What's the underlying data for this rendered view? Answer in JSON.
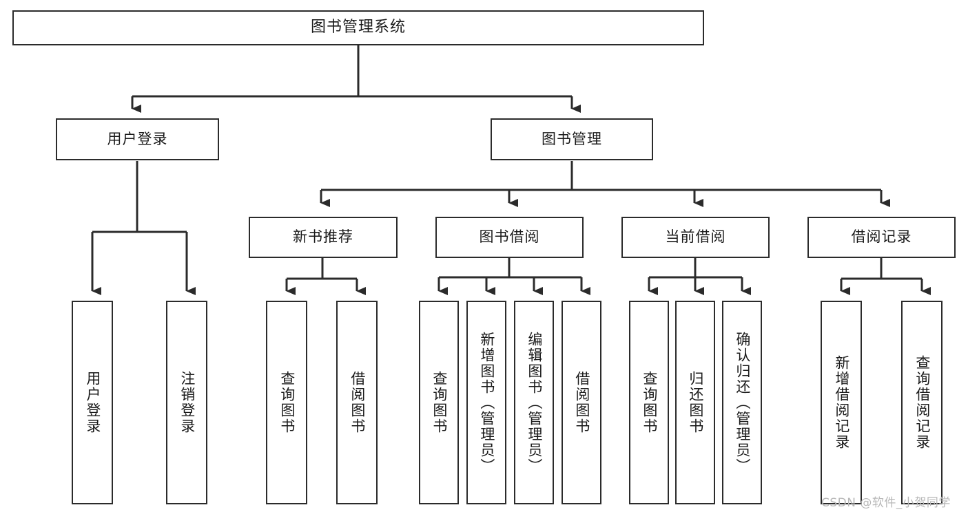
{
  "diagram": {
    "type": "tree",
    "title": "图书管理系统",
    "root": {
      "id": "root",
      "label": "图书管理系统"
    },
    "level2": [
      {
        "id": "user-login",
        "label": "用户登录"
      },
      {
        "id": "book-manage",
        "label": "图书管理"
      }
    ],
    "level3": [
      {
        "id": "new-book-recommend",
        "label": "新书推荐",
        "parent": "book-manage"
      },
      {
        "id": "book-borrow",
        "label": "图书借阅",
        "parent": "book-manage"
      },
      {
        "id": "current-borrow",
        "label": "当前借阅",
        "parent": "book-manage"
      },
      {
        "id": "borrow-record",
        "label": "借阅记录",
        "parent": "book-manage"
      }
    ],
    "leaves": [
      {
        "id": "leaf-user-login",
        "label": "用户登录",
        "parent": "user-login"
      },
      {
        "id": "leaf-logout",
        "label": "注销登录",
        "parent": "user-login"
      },
      {
        "id": "leaf-query-book-1",
        "label": "查询图书",
        "parent": "new-book-recommend"
      },
      {
        "id": "leaf-borrow-book-1",
        "label": "借阅图书",
        "parent": "new-book-recommend"
      },
      {
        "id": "leaf-query-book-2",
        "label": "查询图书",
        "parent": "book-borrow"
      },
      {
        "id": "leaf-add-book",
        "label": "新增图书（管理员）",
        "parent": "book-borrow"
      },
      {
        "id": "leaf-edit-book",
        "label": "编辑图书（管理员）",
        "parent": "book-borrow"
      },
      {
        "id": "leaf-borrow-book-2",
        "label": "借阅图书",
        "parent": "book-borrow"
      },
      {
        "id": "leaf-query-book-3",
        "label": "查询图书",
        "parent": "current-borrow"
      },
      {
        "id": "leaf-return-book",
        "label": "归还图书",
        "parent": "current-borrow"
      },
      {
        "id": "leaf-confirm-return",
        "label": "确认归还（管理员）",
        "parent": "current-borrow"
      },
      {
        "id": "leaf-add-record",
        "label": "新增借阅记录",
        "parent": "borrow-record"
      },
      {
        "id": "leaf-query-record",
        "label": "查询借阅记录",
        "parent": "borrow-record"
      }
    ],
    "colors": {
      "stroke": "#2b2b2b",
      "fill": "#ffffff",
      "text": "#1a1a1a",
      "watermark": "#b8b8b8"
    }
  },
  "watermark": {
    "text": "CSDN @软件_小贺同学"
  }
}
